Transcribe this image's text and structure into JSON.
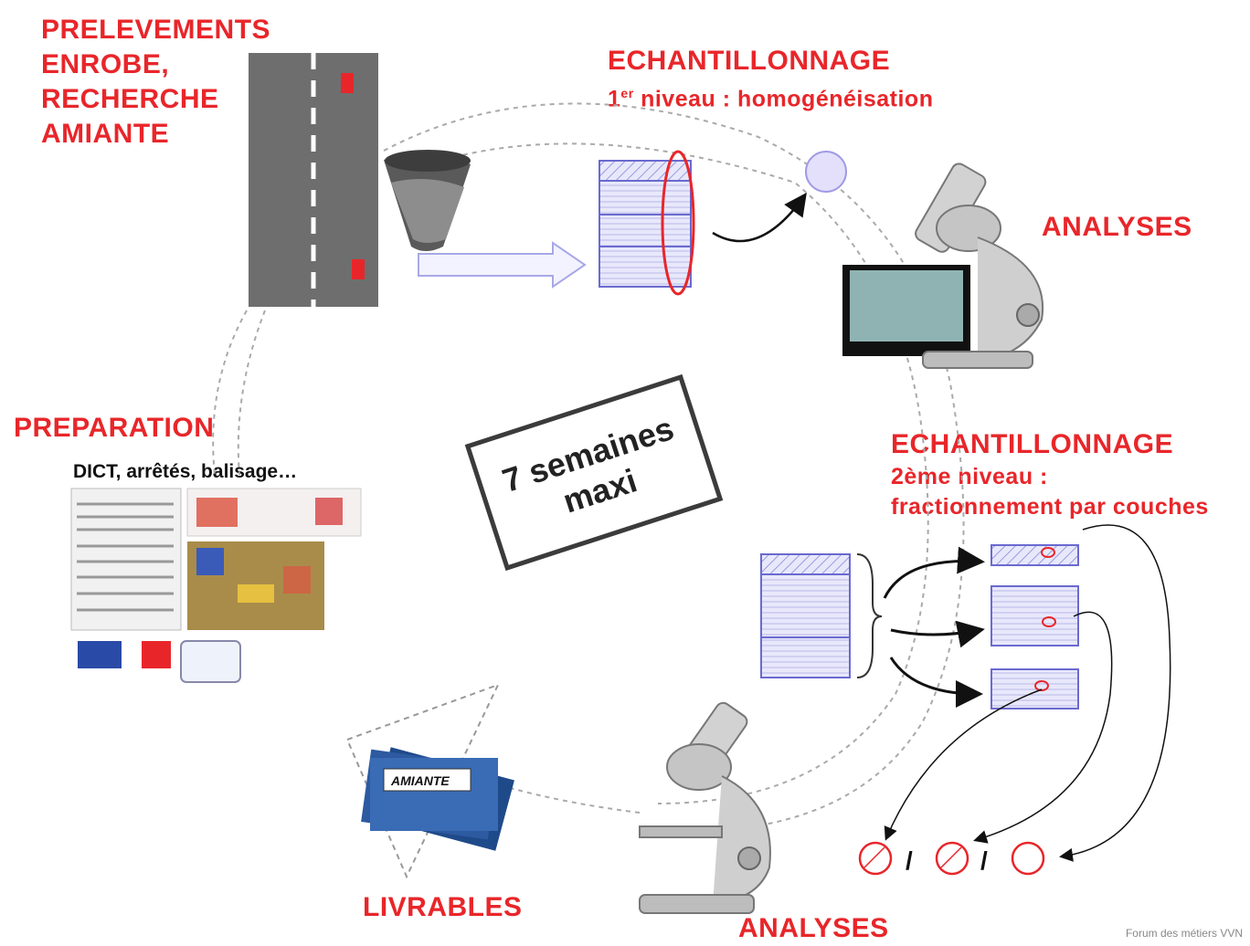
{
  "labels": {
    "prelevements": [
      "PRELEVEMENTS",
      "ENROBE,",
      "RECHERCHE",
      "AMIANTE"
    ],
    "echantillonnage1": {
      "title": "ECHANTILLONNAGE",
      "sub_prefix": "1",
      "sub_sup": "er",
      "sub_rest": " niveau : homogénéisation"
    },
    "analyses_top": "ANALYSES",
    "preparation": "PREPARATION",
    "preparation_caption": "DICT, arrêtés, balisage…",
    "duration_line1": "7 semaines",
    "duration_line2": "maxi",
    "echantillonnage2": {
      "title": "ECHANTILLONNAGE",
      "sub1": "2ème niveau :",
      "sub2": "fractionnement par couches"
    },
    "livrables": "LIVRABLES",
    "analyses_bottom": "ANALYSES",
    "report_cover": "AMIANTE",
    "separator_1": "/",
    "separator_2": "/",
    "credit": "Forum des métiers VVN"
  },
  "colors": {
    "accent": "#e8262a",
    "road": "#6e6e6e",
    "layer_fill": "#e8e8fb",
    "layer_stroke": "#6a6ad0",
    "report_blue": "#2d5aa0"
  }
}
